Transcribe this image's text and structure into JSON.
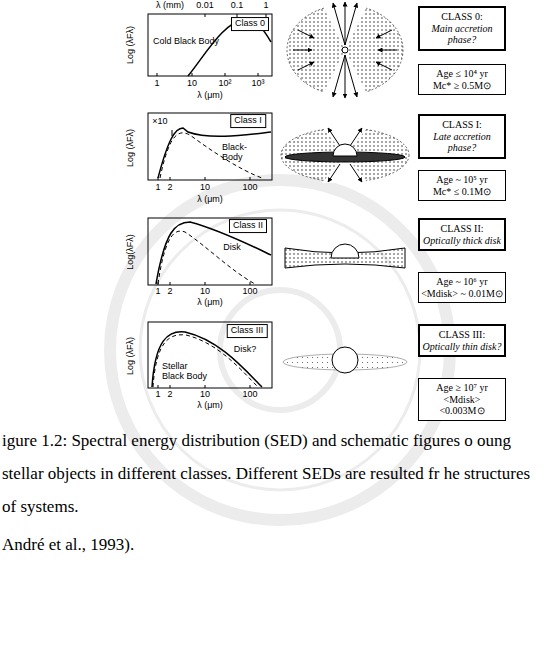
{
  "diagram": {
    "caption": "igure 1.2: Spectral energy distribution (SED) and schematic figures o oung stellar objects in different classes. Different SEDs are resulted fr he structures of systems.",
    "nodes": [
      {
        "text": [
          "CLASS 0:",
          "Main accretion phase?"
        ]
      },
      {
        "text": [
          "Age ≤ 10⁴ yr",
          "Mc* ≥ 0.5M⊙"
        ]
      },
      {
        "text": [
          "CLASS I:",
          "Late accretion phase?"
        ]
      },
      {
        "text": [
          "Age ~ 10⁵ yr",
          "Mc* ≤ 0.1M⊙"
        ]
      },
      {
        "text": [
          "CLASS II:",
          "Optically thick disk"
        ]
      },
      {
        "text": [
          "Age ~ 10⁶ yr",
          "<Mdisk> ~ 0.01M⊙"
        ]
      },
      {
        "text": [
          "CLASS III:",
          "Optically thin disk?"
        ]
      },
      {
        "text": [
          "Age ≥ 10⁷ yr",
          "<Mdisk> <0.003M⊙"
        ]
      }
    ],
    "labels": [
      "λ (mm)",
      "0.01",
      "0.1",
      "1",
      "Class 0",
      "Log (λFλ)",
      "Cold Black Body",
      "1",
      "10",
      "10²",
      "10³",
      "λ (μm)",
      "Class I",
      "Log (λFλ)",
      "×10",
      "Black- Body",
      "1",
      "2",
      "10",
      "100",
      "λ (μm)",
      "Class II",
      "Log(λFλ)",
      "Disk",
      "1",
      "2",
      "10",
      "100",
      "λ (μm)",
      "Class III",
      "Log (λFλ)",
      "Stellar Black Body",
      "Disk?",
      "1",
      "2",
      "10",
      "100",
      "λ (μm)",
      "André et al., 1993)."
    ]
  }
}
